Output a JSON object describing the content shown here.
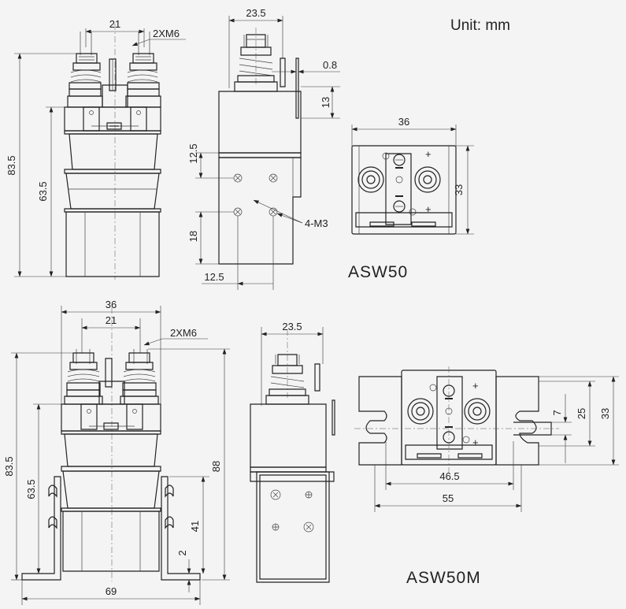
{
  "unit_note": "Unit: mm",
  "asw50": {
    "model": "ASW50",
    "front_view": {
      "terminal_pitch": "21",
      "thread_callout": "2XM6",
      "overall_height": "83.5",
      "body_height": "63.5"
    },
    "side_view": {
      "width": "23.5",
      "tab_thickness": "0.8",
      "tab_height": "13",
      "hole_offset_top": "12.5",
      "hole_spacing_vertical": "18",
      "hole_spacing_horizontal": "12.5",
      "mounting_thread_callout": "4-M3"
    },
    "top_view": {
      "width": "36",
      "depth": "33"
    }
  },
  "asw50m": {
    "model": "ASW50M",
    "front_view": {
      "body_width": "36",
      "terminal_pitch": "21",
      "thread_callout": "2XM6",
      "overall_height": "83.5",
      "body_height": "63.5",
      "bracket_height": "88",
      "bracket_mount_height": "41",
      "bracket_thickness": "2",
      "bracket_span": "69"
    },
    "side_view": {
      "width": "23.5"
    },
    "top_view": {
      "slot_width": "7",
      "slot_span": "25",
      "flange_depth": "33",
      "hole_pitch": "46.5",
      "flange_length": "55"
    }
  },
  "symbols": {
    "plus_label": "+",
    "minus_label": "−"
  }
}
